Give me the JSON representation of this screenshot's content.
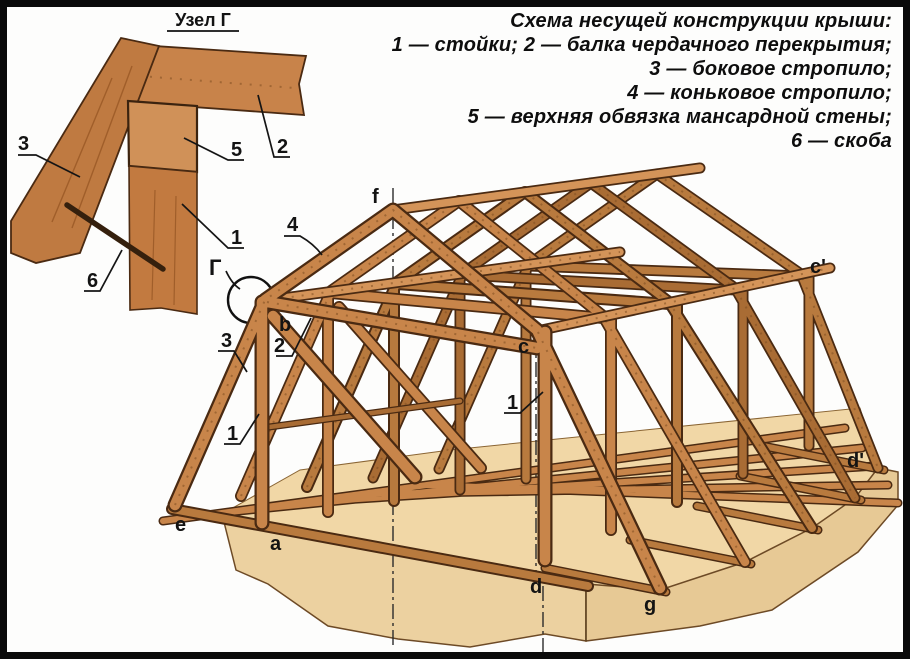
{
  "legend": {
    "lines": [
      "Схема несущей конструкции крыши:",
      "1 — стойки; 2 — балка чердачного перекрытия;",
      "3 — боковое стропило;",
      "4 — коньковое стропило;",
      "5 — верхняя обвязка мансардной стены;",
      "6 — скоба"
    ]
  },
  "inset": {
    "title": "Узел Г",
    "label_3": "3",
    "label_5": "5",
    "label_2": "2",
    "label_1": "1",
    "label_6": "6"
  },
  "labels": {
    "gamma": "Г",
    "rafter4": "4",
    "f": "f",
    "b": "b",
    "beam2": "2",
    "rafter3": "3",
    "post1_left": "1",
    "c": "c",
    "post1_right": "1",
    "c_prime": "c'",
    "d_prime": "d'",
    "e": "e",
    "a": "a",
    "d": "d",
    "g": "g"
  },
  "colors": {
    "wood_main": "#c8854a",
    "wood_mid": "#b87a3e",
    "wood_light": "#d49459",
    "wood_dark": "#a96c34",
    "outline": "#4a2a12",
    "platform_top": "#f1d7a6",
    "platform_front": "#ecd1a0",
    "platform_right": "#e7c995",
    "ink": "#131313",
    "frame_border": "#0a0a0a"
  }
}
